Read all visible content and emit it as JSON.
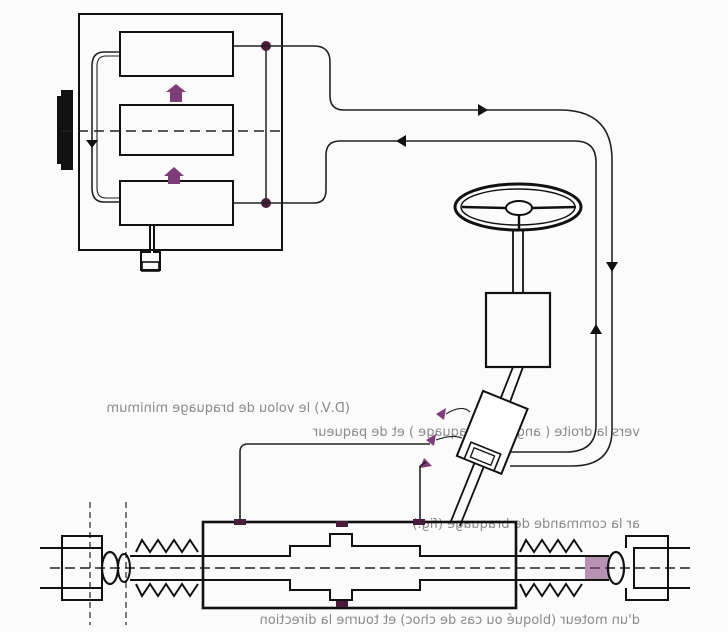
{
  "diagram": {
    "bleed_through_text": [
      "(D.V.) le volou de braquage minimum",
      "vers la droite ( angle de braquage ) et de paqueur",
      "ar la commande de braquage (fig.)",
      "d'un moteur (bloqué ou cas de choc) et tourne la direction"
    ]
  },
  "colors": {
    "line": "#111111",
    "flow_arrow": "#7d3c7a",
    "junction": "#4a1c3c",
    "bleed_text": "#8a8a8a"
  }
}
